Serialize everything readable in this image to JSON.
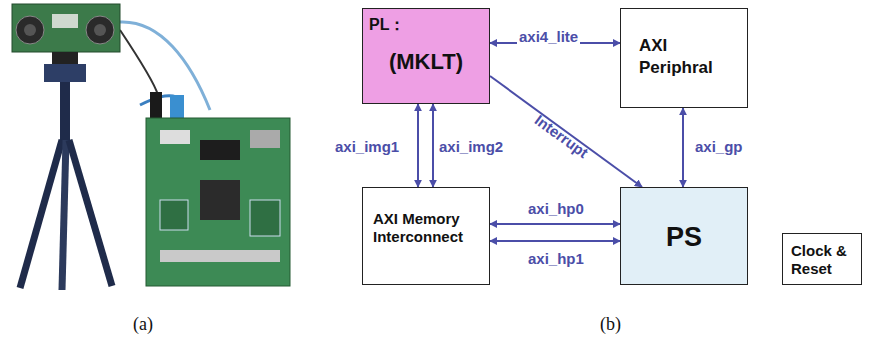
{
  "diagram": {
    "nodes": [
      {
        "text": [
          "PL：",
          "(MKLT)"
        ]
      },
      {
        "text": [
          "AXI Periphral"
        ]
      },
      {
        "text": [
          "AXI Memory Interconnect"
        ]
      },
      {
        "text": [
          "PS"
        ]
      },
      {
        "text": [
          "Clock & Reset"
        ]
      }
    ],
    "edges": [
      {
        "from": 0,
        "to": 1,
        "arrow": "both",
        "label": "axi4_lite"
      },
      {
        "from": 0,
        "to": 3,
        "arrow": "to",
        "label": "Interrupt"
      },
      {
        "from": 0,
        "to": 2,
        "arrow": "both",
        "label": "axi_img1"
      },
      {
        "from": 0,
        "to": 2,
        "arrow": "both",
        "label": "axi_img2"
      },
      {
        "from": 1,
        "to": 3,
        "arrow": "both",
        "label": "axi_gp"
      },
      {
        "from": 2,
        "to": 3,
        "arrow": "both",
        "label": "axi_hp0"
      },
      {
        "from": 2,
        "to": 3,
        "arrow": "both",
        "label": "axi_hp1"
      }
    ],
    "labels": [
      "(a)",
      "(b)"
    ]
  }
}
